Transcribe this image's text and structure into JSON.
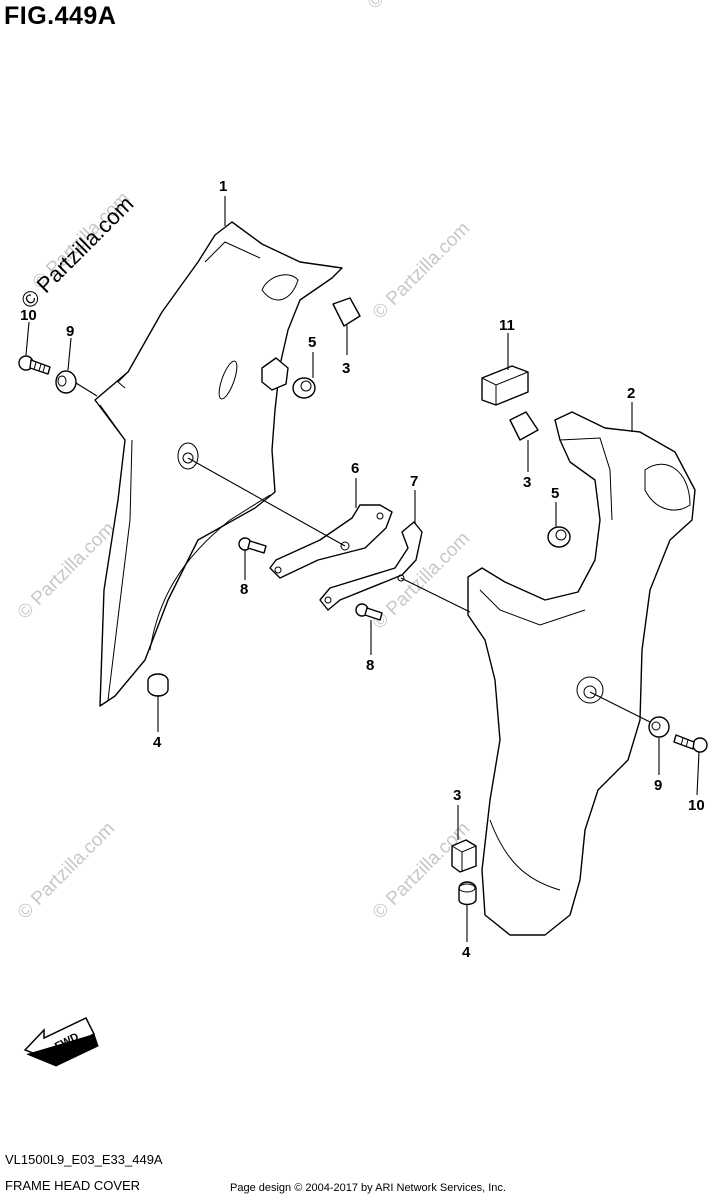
{
  "figure": {
    "title": "FIG.449A"
  },
  "watermark": "© Partzilla.com",
  "fwd_label": "FWD",
  "callouts": {
    "c1": "1",
    "c2": "2",
    "c3a": "3",
    "c3b": "3",
    "c3c": "3",
    "c4a": "4",
    "c4b": "4",
    "c5a": "5",
    "c5b": "5",
    "c6": "6",
    "c7": "7",
    "c8a": "8",
    "c8b": "8",
    "c9a": "9",
    "c9b": "9",
    "c10a": "10",
    "c10b": "10",
    "c11": "11"
  },
  "footer": {
    "code": "VL1500L9_E03_E33_449A",
    "name": "FRAME HEAD COVER",
    "credit": "Page design © 2004-2017 by ARI Network Services, Inc."
  }
}
